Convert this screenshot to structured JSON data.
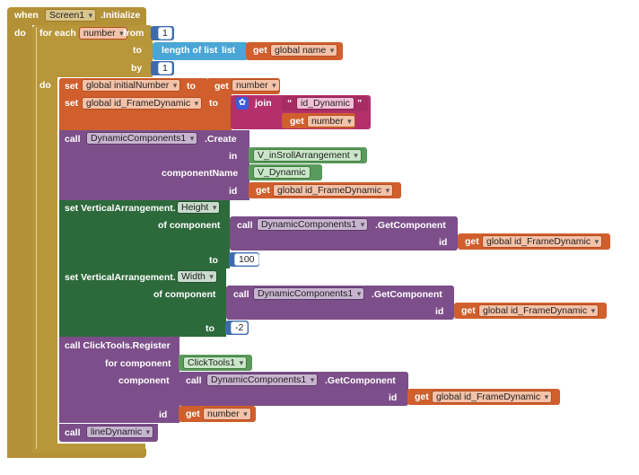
{
  "event": {
    "when": "when",
    "component": "Screen1",
    "event": ".Initialize",
    "do": "do"
  },
  "loop": {
    "for_each": "for each",
    "var": "number",
    "from": "from",
    "to": "to",
    "by": "by",
    "do": "do",
    "from_value": "1",
    "by_value": "1"
  },
  "length_of_list": {
    "label": "length of list",
    "list": "list"
  },
  "getters": {
    "get": "get",
    "global_name": "global name",
    "number": "number",
    "global_id_frame": "global id_FrameDynamic"
  },
  "setters": {
    "set": "set",
    "to": "to",
    "global_initial": "global initialNumber",
    "global_id_frame": "global id_FrameDynamic"
  },
  "join": {
    "label": "join",
    "text_id": "id_Dynamic"
  },
  "create_call": {
    "call": "call",
    "component": "DynamicComponents1",
    "method": ".Create",
    "in_label": "in",
    "in_value": "V_inSrollArrangement",
    "component_name_label": "componentName",
    "component_name_value": "V_Dynamic",
    "id_label": "id"
  },
  "set_height": {
    "prefix": "set VerticalArrangement.",
    "prop": "Height",
    "of_component": "of component",
    "to": "to",
    "value": "100"
  },
  "set_width": {
    "prefix": "set VerticalArrangement.",
    "prop": "Width",
    "of_component": "of component",
    "to": "to",
    "value": "-2"
  },
  "get_component": {
    "call": "call",
    "component": "DynamicComponents1",
    "method": ".GetComponent",
    "id_label": "id"
  },
  "clicktools": {
    "call": "call ClickTools.Register",
    "for_component": "for component",
    "for_component_value": "ClickTools1",
    "component": "component",
    "id_label": "id"
  },
  "line_call": {
    "call": "call",
    "proc": "lineDynamic"
  }
}
